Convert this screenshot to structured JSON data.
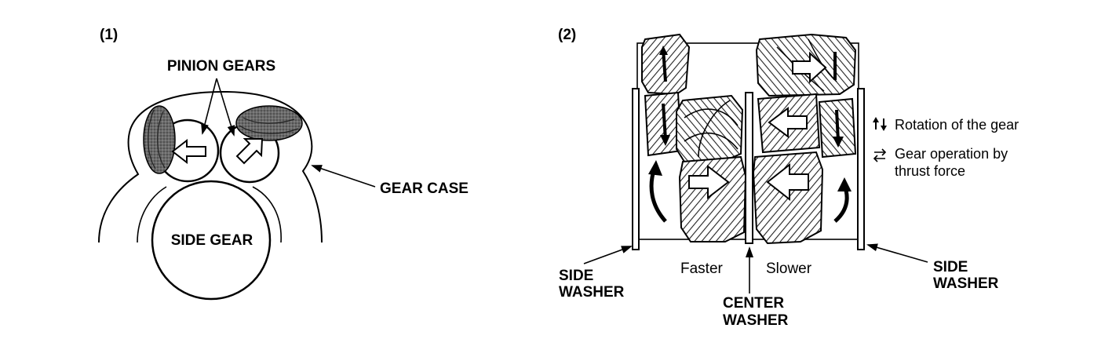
{
  "panel1": {
    "number": "(1)",
    "labels": {
      "pinion_gears": "PINION GEARS",
      "gear_case": "GEAR CASE",
      "side_gear": "SIDE GEAR"
    }
  },
  "panel2": {
    "number": "(2)",
    "labels": {
      "side_washer_left": [
        "SIDE",
        "WASHER"
      ],
      "side_washer_right": [
        "SIDE",
        "WASHER"
      ],
      "center_washer": [
        "CENTER",
        "WASHER"
      ],
      "faster": "Faster",
      "slower": "Slower"
    },
    "legend": [
      {
        "icon": "rotation-arrows-icon",
        "text": [
          "Rotation of the gear"
        ]
      },
      {
        "icon": "thrust-arrows-icon",
        "text": [
          "Gear operation by",
          "thrust force"
        ]
      }
    ]
  },
  "colors": {
    "ink": "#000000",
    "fill_dark": "#555555",
    "background": "#ffffff"
  }
}
